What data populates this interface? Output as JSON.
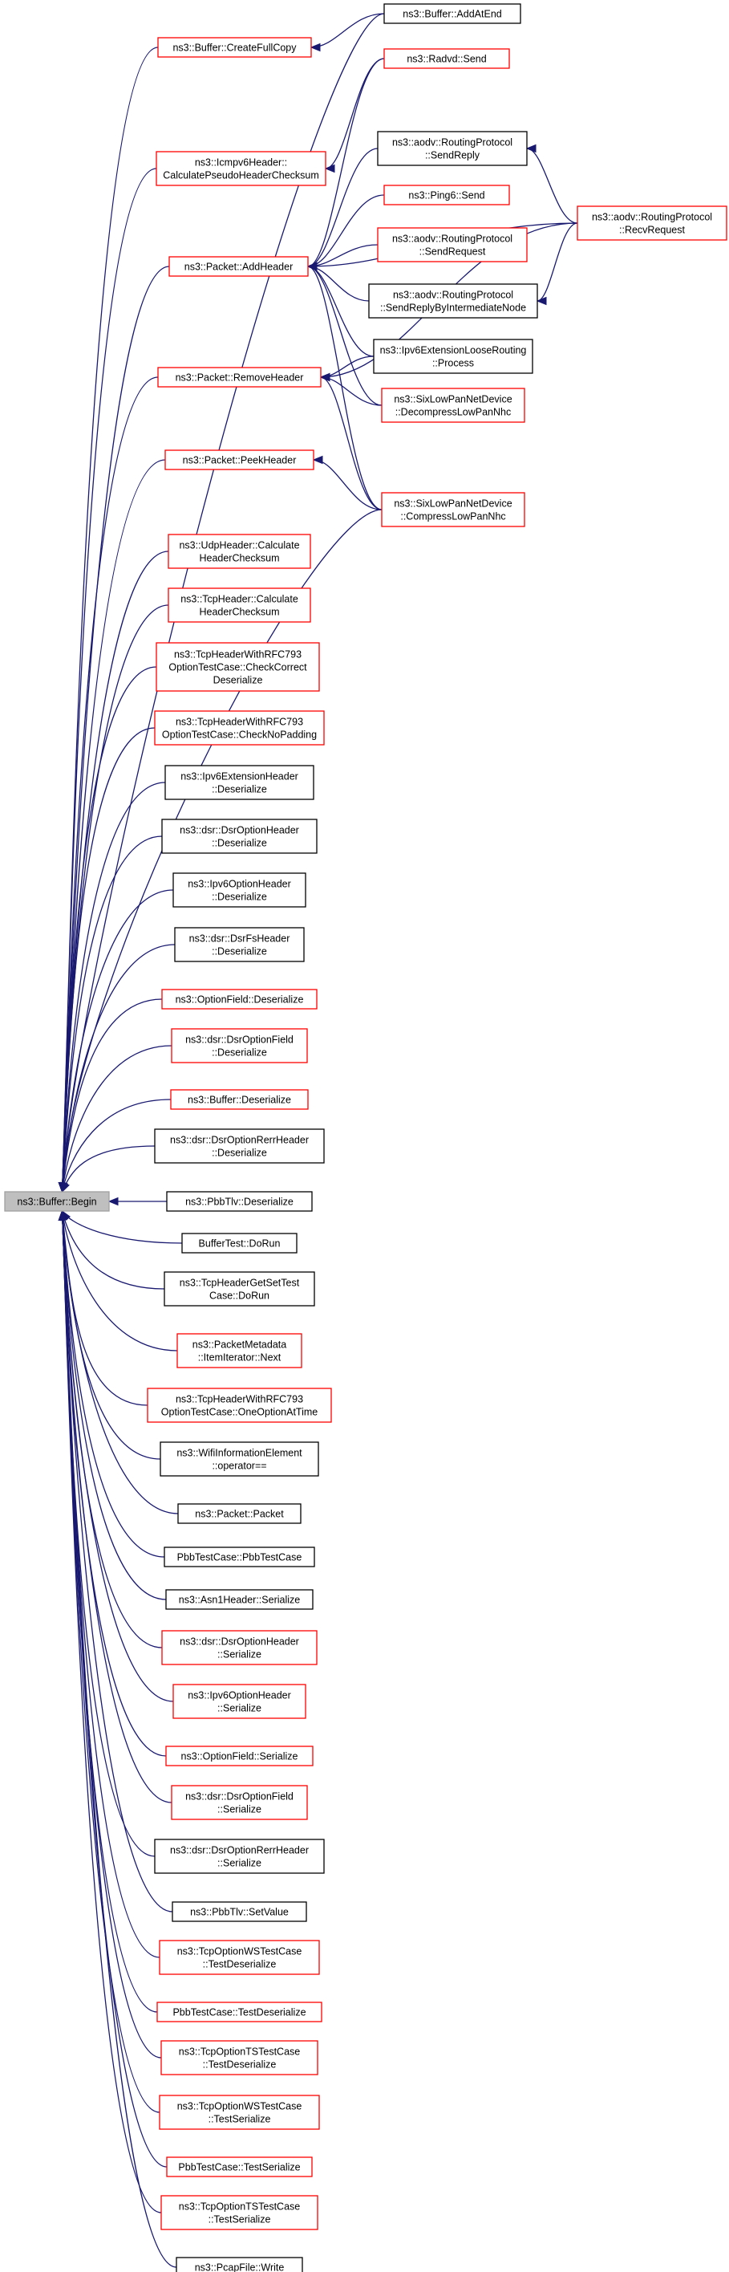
{
  "graph": {
    "root": {
      "id": "begin",
      "lines": [
        "ns3::Buffer::Begin"
      ],
      "border": "gray",
      "fill": "#bfbfbf"
    },
    "nodes": [
      {
        "id": "addatend",
        "lines": [
          "ns3::Buffer::AddAtEnd"
        ],
        "border": "black"
      },
      {
        "id": "createfullcopy",
        "lines": [
          "ns3::Buffer::CreateFullCopy"
        ],
        "border": "red"
      },
      {
        "id": "radvdsend",
        "lines": [
          "ns3::Radvd::Send"
        ],
        "border": "red"
      },
      {
        "id": "icmpv6",
        "lines": [
          "ns3::Icmpv6Header::",
          "CalculatePseudoHeaderChecksum"
        ],
        "border": "red"
      },
      {
        "id": "sendreply",
        "lines": [
          "ns3::aodv::RoutingProtocol",
          "::SendReply"
        ],
        "border": "black"
      },
      {
        "id": "recvrequest",
        "lines": [
          "ns3::aodv::RoutingProtocol",
          "::RecvRequest"
        ],
        "border": "red"
      },
      {
        "id": "ping6",
        "lines": [
          "ns3::Ping6::Send"
        ],
        "border": "red"
      },
      {
        "id": "sendrequest",
        "lines": [
          "ns3::aodv::RoutingProtocol",
          "::SendRequest"
        ],
        "border": "red"
      },
      {
        "id": "addheader",
        "lines": [
          "ns3::Packet::AddHeader"
        ],
        "border": "red"
      },
      {
        "id": "sendreplyint",
        "lines": [
          "ns3::aodv::RoutingProtocol",
          "::SendReplyByIntermediateNode"
        ],
        "border": "black"
      },
      {
        "id": "ipv6loose",
        "lines": [
          "ns3::Ipv6ExtensionLooseRouting",
          "::Process"
        ],
        "border": "black"
      },
      {
        "id": "removeheader",
        "lines": [
          "ns3::Packet::RemoveHeader"
        ],
        "border": "red"
      },
      {
        "id": "decompress",
        "lines": [
          "ns3::SixLowPanNetDevice",
          "::DecompressLowPanNhc"
        ],
        "border": "red"
      },
      {
        "id": "peekheader",
        "lines": [
          "ns3::Packet::PeekHeader"
        ],
        "border": "red"
      },
      {
        "id": "compress",
        "lines": [
          "ns3::SixLowPanNetDevice",
          "::CompressLowPanNhc"
        ],
        "border": "red"
      },
      {
        "id": "udpcalc",
        "lines": [
          "ns3::UdpHeader::Calculate",
          "HeaderChecksum"
        ],
        "border": "red"
      },
      {
        "id": "tcpcalc",
        "lines": [
          "ns3::TcpHeader::Calculate",
          "HeaderChecksum"
        ],
        "border": "red"
      },
      {
        "id": "tcprfc1",
        "lines": [
          "ns3::TcpHeaderWithRFC793",
          "OptionTestCase::CheckCorrect",
          "Deserialize"
        ],
        "border": "red"
      },
      {
        "id": "tcprfc2",
        "lines": [
          "ns3::TcpHeaderWithRFC793",
          "OptionTestCase::CheckNoPadding"
        ],
        "border": "red"
      },
      {
        "id": "ipv6extdes",
        "lines": [
          "ns3::Ipv6ExtensionHeader",
          "::Deserialize"
        ],
        "border": "black"
      },
      {
        "id": "dsroptdes",
        "lines": [
          "ns3::dsr::DsrOptionHeader",
          "::Deserialize"
        ],
        "border": "black"
      },
      {
        "id": "ipv6optdes",
        "lines": [
          "ns3::Ipv6OptionHeader",
          "::Deserialize"
        ],
        "border": "black"
      },
      {
        "id": "dsrfsdes",
        "lines": [
          "ns3::dsr::DsrFsHeader",
          "::Deserialize"
        ],
        "border": "black"
      },
      {
        "id": "optfielddes",
        "lines": [
          "ns3::OptionField::Deserialize"
        ],
        "border": "red"
      },
      {
        "id": "dsroptfielddes",
        "lines": [
          "ns3::dsr::DsrOptionField",
          "::Deserialize"
        ],
        "border": "red"
      },
      {
        "id": "bufferdes",
        "lines": [
          "ns3::Buffer::Deserialize"
        ],
        "border": "red"
      },
      {
        "id": "dsrrerrdes",
        "lines": [
          "ns3::dsr::DsrOptionRerrHeader",
          "::Deserialize"
        ],
        "border": "black"
      },
      {
        "id": "pbbtlvdes",
        "lines": [
          "ns3::PbbTlv::Deserialize"
        ],
        "border": "black"
      },
      {
        "id": "buffertest",
        "lines": [
          "BufferTest::DoRun"
        ],
        "border": "black"
      },
      {
        "id": "tcpgetset",
        "lines": [
          "ns3::TcpHeaderGetSetTest",
          "Case::DoRun"
        ],
        "border": "black"
      },
      {
        "id": "pktmeta",
        "lines": [
          "ns3::PacketMetadata",
          "::ItemIterator::Next"
        ],
        "border": "red"
      },
      {
        "id": "tcprfc3",
        "lines": [
          "ns3::TcpHeaderWithRFC793",
          "OptionTestCase::OneOptionAtTime"
        ],
        "border": "red"
      },
      {
        "id": "wifiinfo",
        "lines": [
          "ns3::WifiInformationElement",
          "::operator=="
        ],
        "border": "black"
      },
      {
        "id": "packetpacket",
        "lines": [
          "ns3::Packet::Packet"
        ],
        "border": "black"
      },
      {
        "id": "pbbtestcase",
        "lines": [
          "PbbTestCase::PbbTestCase"
        ],
        "border": "black"
      },
      {
        "id": "asn1",
        "lines": [
          "ns3::Asn1Header::Serialize"
        ],
        "border": "black"
      },
      {
        "id": "dsroptser",
        "lines": [
          "ns3::dsr::DsrOptionHeader",
          "::Serialize"
        ],
        "border": "red"
      },
      {
        "id": "ipv6optser",
        "lines": [
          "ns3::Ipv6OptionHeader",
          "::Serialize"
        ],
        "border": "red"
      },
      {
        "id": "optfieldser",
        "lines": [
          "ns3::OptionField::Serialize"
        ],
        "border": "red"
      },
      {
        "id": "dsroptfieldser",
        "lines": [
          "ns3::dsr::DsrOptionField",
          "::Serialize"
        ],
        "border": "red"
      },
      {
        "id": "dsrrerrser",
        "lines": [
          "ns3::dsr::DsrOptionRerrHeader",
          "::Serialize"
        ],
        "border": "black"
      },
      {
        "id": "pbbsetvalue",
        "lines": [
          "ns3::PbbTlv::SetValue"
        ],
        "border": "black"
      },
      {
        "id": "tcpwsdes",
        "lines": [
          "ns3::TcpOptionWSTestCase",
          "::TestDeserialize"
        ],
        "border": "red"
      },
      {
        "id": "pbbtestdes",
        "lines": [
          "PbbTestCase::TestDeserialize"
        ],
        "border": "red"
      },
      {
        "id": "tcptsdes",
        "lines": [
          "ns3::TcpOptionTSTestCase",
          "::TestDeserialize"
        ],
        "border": "red"
      },
      {
        "id": "tcpwsser",
        "lines": [
          "ns3::TcpOptionWSTestCase",
          "::TestSerialize"
        ],
        "border": "red"
      },
      {
        "id": "pbbtestser",
        "lines": [
          "PbbTestCase::TestSerialize"
        ],
        "border": "red"
      },
      {
        "id": "tcptsser",
        "lines": [
          "ns3::TcpOptionTSTestCase",
          "::TestSerialize"
        ],
        "border": "red"
      },
      {
        "id": "pcapwrite",
        "lines": [
          "ns3::PcapFile::Write"
        ],
        "border": "black"
      }
    ],
    "edges": [
      [
        "addatend",
        "createfullcopy"
      ],
      [
        "radvdsend",
        "icmpv6"
      ],
      [
        "recvrequest",
        "sendreply"
      ],
      [
        "recvrequest",
        "sendreplyint"
      ],
      [
        "radvdsend",
        "addheader"
      ],
      [
        "sendreply",
        "addheader"
      ],
      [
        "recvrequest",
        "addheader"
      ],
      [
        "ping6",
        "addheader"
      ],
      [
        "sendrequest",
        "addheader"
      ],
      [
        "sendreplyint",
        "addheader"
      ],
      [
        "ipv6loose",
        "addheader"
      ],
      [
        "decompress",
        "addheader"
      ],
      [
        "compress",
        "addheader"
      ],
      [
        "ipv6loose",
        "removeheader"
      ],
      [
        "decompress",
        "removeheader"
      ],
      [
        "recvrequest",
        "removeheader"
      ],
      [
        "compress",
        "removeheader"
      ],
      [
        "compress",
        "peekheader"
      ],
      [
        "createfullcopy",
        "begin"
      ],
      [
        "addatend",
        "begin"
      ],
      [
        "icmpv6",
        "begin"
      ],
      [
        "addheader",
        "begin"
      ],
      [
        "removeheader",
        "begin"
      ],
      [
        "peekheader",
        "begin"
      ],
      [
        "compress",
        "begin"
      ],
      [
        "udpcalc",
        "begin"
      ],
      [
        "tcpcalc",
        "begin"
      ],
      [
        "tcprfc1",
        "begin"
      ],
      [
        "tcprfc2",
        "begin"
      ],
      [
        "ipv6extdes",
        "begin"
      ],
      [
        "dsroptdes",
        "begin"
      ],
      [
        "ipv6optdes",
        "begin"
      ],
      [
        "dsrfsdes",
        "begin"
      ],
      [
        "optfielddes",
        "begin"
      ],
      [
        "dsroptfielddes",
        "begin"
      ],
      [
        "bufferdes",
        "begin"
      ],
      [
        "dsrrerrdes",
        "begin"
      ],
      [
        "pbbtlvdes",
        "begin"
      ],
      [
        "buffertest",
        "begin"
      ],
      [
        "tcpgetset",
        "begin"
      ],
      [
        "pktmeta",
        "begin"
      ],
      [
        "tcprfc3",
        "begin"
      ],
      [
        "wifiinfo",
        "begin"
      ],
      [
        "packetpacket",
        "begin"
      ],
      [
        "pbbtestcase",
        "begin"
      ],
      [
        "asn1",
        "begin"
      ],
      [
        "dsroptser",
        "begin"
      ],
      [
        "ipv6optser",
        "begin"
      ],
      [
        "optfieldser",
        "begin"
      ],
      [
        "dsroptfieldser",
        "begin"
      ],
      [
        "dsrrerrser",
        "begin"
      ],
      [
        "pbbsetvalue",
        "begin"
      ],
      [
        "tcpwsdes",
        "begin"
      ],
      [
        "pbbtestdes",
        "begin"
      ],
      [
        "tcptsdes",
        "begin"
      ],
      [
        "tcpwsser",
        "begin"
      ],
      [
        "pbbtestser",
        "begin"
      ],
      [
        "tcptsser",
        "begin"
      ],
      [
        "pcapwrite",
        "begin"
      ]
    ]
  },
  "colors": {
    "edge": "#191970",
    "red": "#ff0000",
    "black": "#000000",
    "gray": "#a0a0a0",
    "root_fill": "#bfbfbf"
  }
}
